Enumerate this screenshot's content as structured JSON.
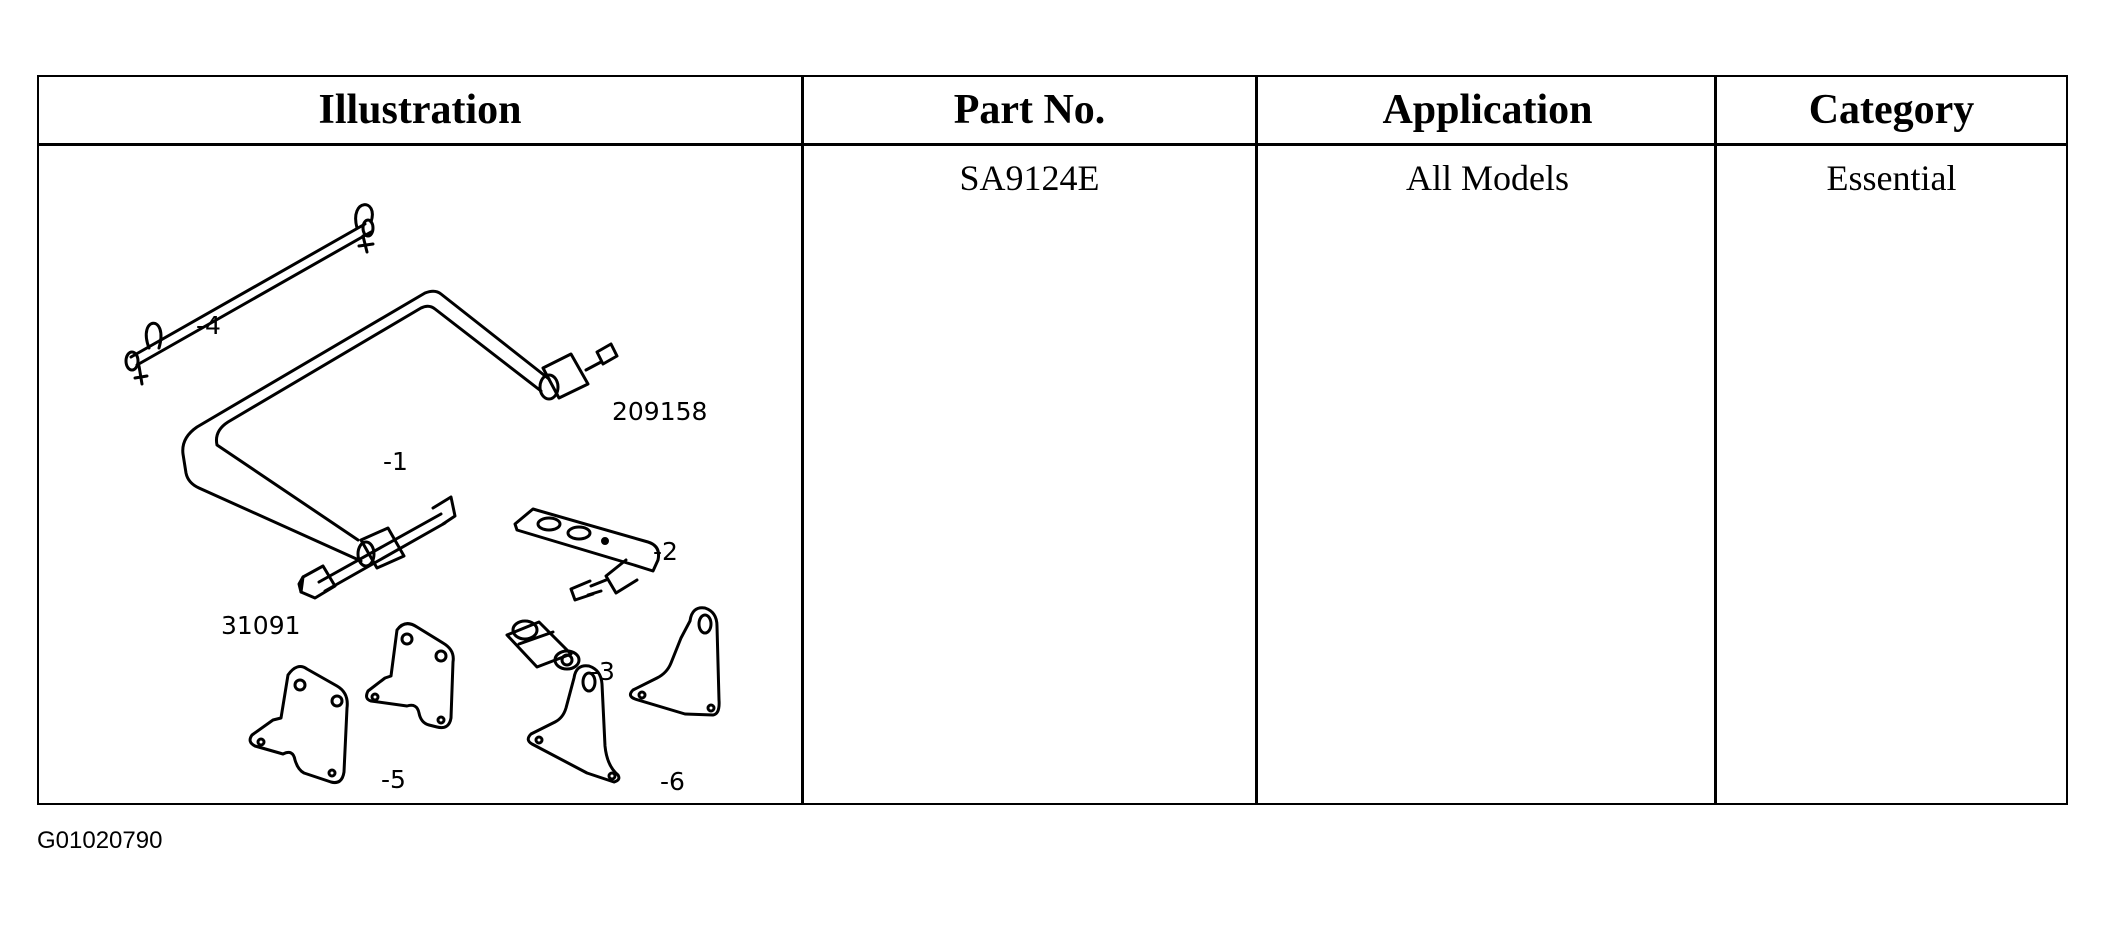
{
  "table": {
    "headers": {
      "illustration": "Illustration",
      "part_no": "Part No.",
      "application": "Application",
      "category": "Category"
    },
    "row": {
      "part_no": "SA9124E",
      "application": "All Models",
      "category": "Essential"
    }
  },
  "illustration_labels": {
    "l4": "-4",
    "l209158": "209158",
    "l1": "-1",
    "l2": "-2",
    "l31091": "31091",
    "l3": "-3",
    "l5": "-5",
    "l6": "-6"
  },
  "figure_id": "G01020790"
}
